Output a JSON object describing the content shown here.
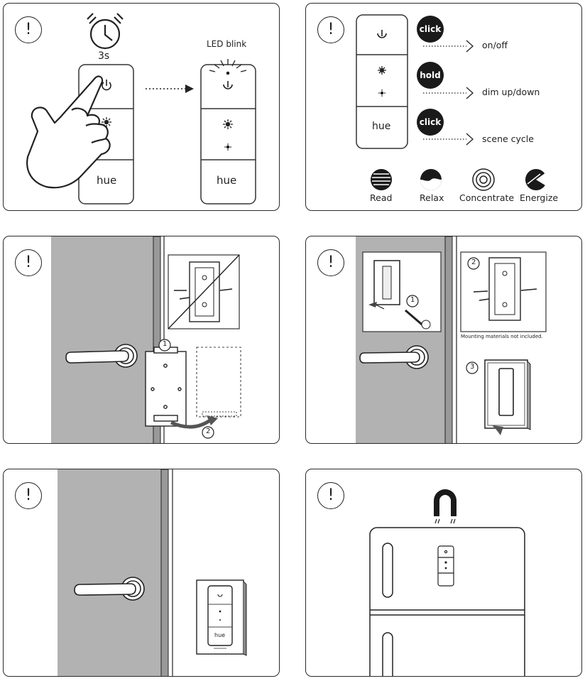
{
  "warning_symbol": "!",
  "panel1": {
    "timer_label": "3s",
    "led_label": "LED blink",
    "hue_label": "hue",
    "icons": [
      "alarm-clock-icon",
      "hand-press-icon",
      "power-icon",
      "brightness-up-icon",
      "brightness-down-icon"
    ]
  },
  "panel2": {
    "hue_label": "hue",
    "actions": [
      {
        "badge": "click",
        "label": "on/off"
      },
      {
        "badge": "hold",
        "label": "dim up/down"
      },
      {
        "badge": "click",
        "label": "scene cycle"
      }
    ],
    "scenes": [
      "Read",
      "Relax",
      "Concentrate",
      "Energize"
    ]
  },
  "panel3": {
    "step_1": "1",
    "step_2": "2"
  },
  "panel4": {
    "step_1": "1",
    "step_2": "2",
    "step_3": "3",
    "note": "Mounting materials not included."
  },
  "panel5": {
    "hue_label": "hue"
  },
  "panel6": {
    "icons": [
      "magnet-icon",
      "fridge-icon"
    ]
  }
}
